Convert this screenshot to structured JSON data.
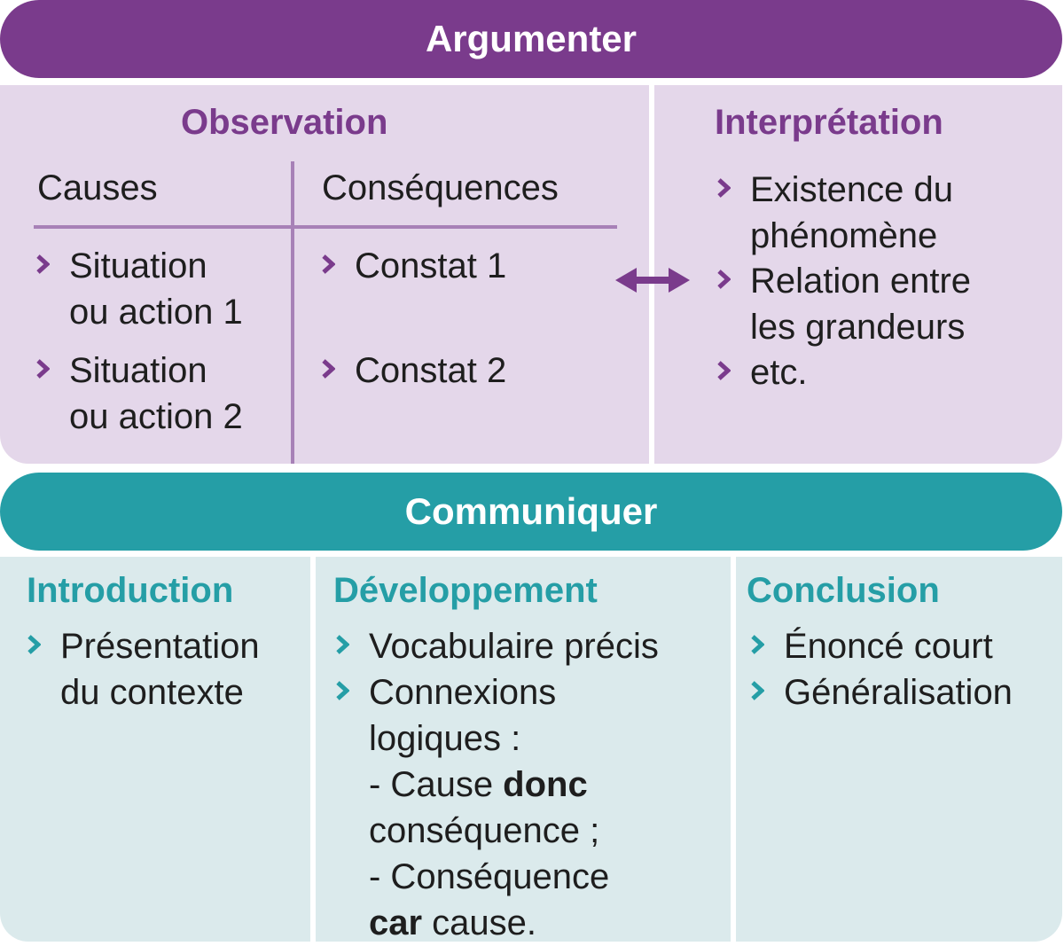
{
  "argumenter": {
    "title": "Argumenter",
    "observation": {
      "title": "Observation",
      "causes_header": "Causes",
      "consequences_header": "Conséquences",
      "causes": [
        {
          "line1": "Situation",
          "line2": "ou action 1"
        },
        {
          "line1": "Situation",
          "line2": "ou action 2"
        }
      ],
      "consequences": [
        "Constat 1",
        "Constat 2"
      ]
    },
    "interpretation": {
      "title": "Interprétation",
      "items": [
        {
          "line1": "Existence du",
          "line2": "phénomène"
        },
        {
          "line1": "Relation entre",
          "line2": "les grandeurs"
        },
        {
          "line1": "etc."
        }
      ]
    }
  },
  "communiquer": {
    "title": "Communiquer",
    "introduction": {
      "title": "Introduction",
      "items": [
        {
          "line1": "Présentation",
          "line2": "du contexte"
        }
      ]
    },
    "developpement": {
      "title": "Développement",
      "item1": "Vocabulaire précis",
      "item2_line1": "Connexions",
      "item2_line2": "logiques :",
      "sub1_a": "- Cause ",
      "sub1_bold": "donc",
      "sub1_line2": "conséquence ;",
      "sub2_line1": "- Conséquence",
      "sub2_bold": "car",
      "sub2_rest": " cause."
    },
    "conclusion": {
      "title": "Conclusion",
      "items": [
        "Énoncé court",
        "Généralisation"
      ]
    }
  },
  "colors": {
    "purple": "#7a3b8c",
    "purple_light": "#e4d7ea",
    "purple_line": "#a781b7",
    "teal": "#259ea6",
    "teal_light": "#dbeaec"
  }
}
